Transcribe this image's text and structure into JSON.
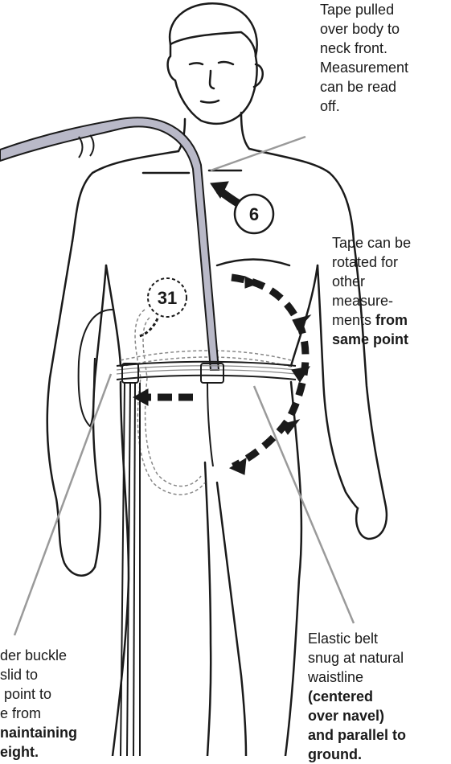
{
  "annotations": {
    "top": [
      "Tape pulled",
      "over body to",
      "neck front.",
      "Measurement",
      "can be read",
      "off."
    ],
    "rotate": {
      "lines": [
        "Tape can be",
        "rotated for",
        "other",
        "measure-",
        "ments "
      ],
      "bold_inline": "from",
      "bold_last": "same point"
    },
    "belt": {
      "lines": [
        "Elastic belt",
        "snug at natural",
        "waistline"
      ],
      "bold": [
        "(centered",
        "over navel)",
        "and parallel to",
        "ground."
      ]
    },
    "slider": {
      "lines": [
        "der buckle",
        "slid to",
        " point to",
        "e from"
      ],
      "bold": [
        "naintaining",
        "eight."
      ]
    }
  },
  "markers": {
    "upper": "6",
    "lower": "31"
  },
  "colors": {
    "line": "#1a1a1a",
    "tape": "#b9b9c8",
    "leader": "#9a9a9a"
  }
}
